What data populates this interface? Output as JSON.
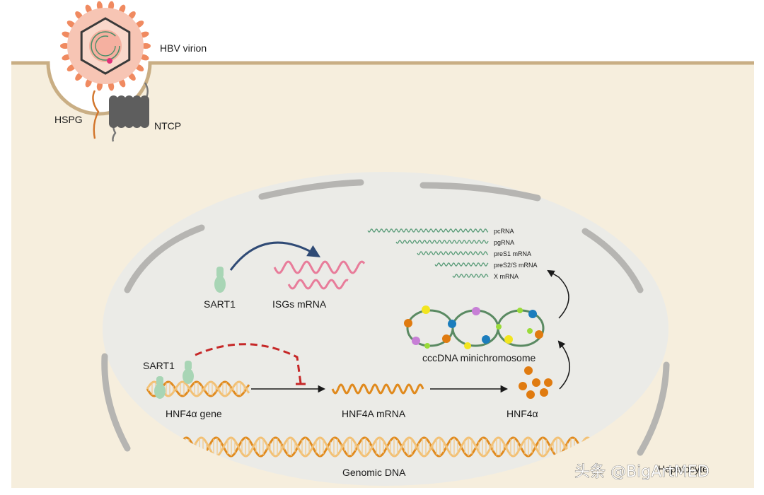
{
  "labels": {
    "virion": "HBV virion",
    "hspg": "HSPG",
    "ntcp": "NTCP",
    "sart1_top": "SART1",
    "isgs_mrna": "ISGs mRNA",
    "sart1_bottom": "SART1",
    "hnf4a_gene": "HNF4α gene",
    "hnf4a_mrna": "HNF4A mRNA",
    "hnf4a_protein": "HNF4α",
    "cccdna": "cccDNA minichromosome",
    "genomic_dna": "Genomic DNA",
    "hepatocyte": "Hepatocyte"
  },
  "transcripts": [
    "pcRNA",
    "pgRNA",
    "preS1 mRNA",
    "preS2/S mRNA",
    "X mRNA"
  ],
  "watermark": "头条 @BigArtMED",
  "colors": {
    "cytoplasm": "#f6eedd",
    "membrane": "#c9ae84",
    "nucleus": "#ebebe7",
    "envelope": "#c8c8c5",
    "dna_orange": "#e08a1e",
    "ssrna_green": "#5a9c79",
    "isg_pink": "#e87c9a",
    "activation_blue": "#2f4a75",
    "inhibition_red": "#c62828",
    "sart1": "#a8d5b5",
    "ntcp": "#606060"
  }
}
